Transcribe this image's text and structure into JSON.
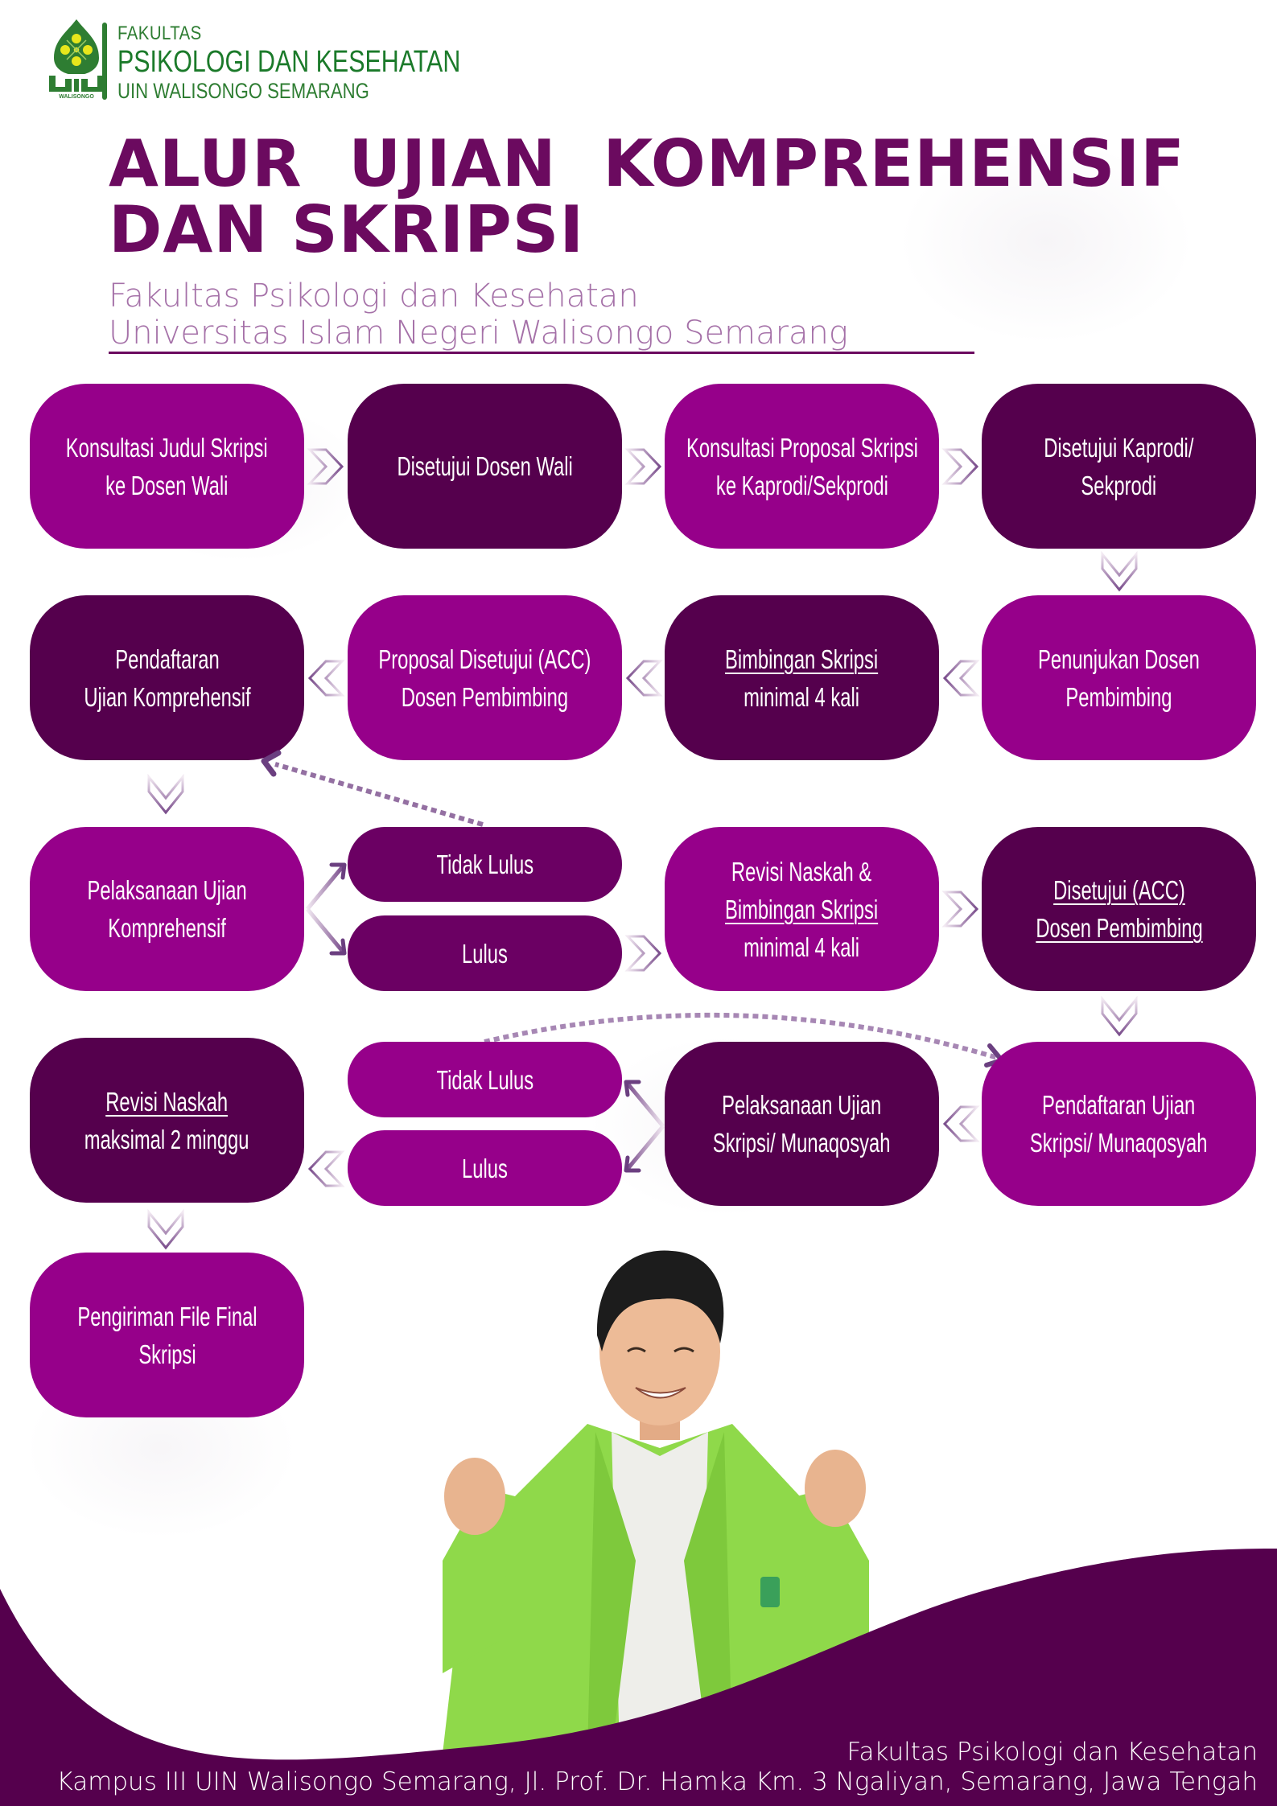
{
  "header": {
    "logo": {
      "icon": "uin-walisongo-logo-icon",
      "emblem_caption": "WALISONGO",
      "line1": "FAKULTAS",
      "line2": "PSIKOLOGI DAN KESEHATAN",
      "line3": "UIN WALISONGO SEMARANG",
      "color": "#2e7d32"
    },
    "title_line1": "ALUR  UJIAN  KOMPREHENSIF",
    "title_line2": "DAN SKRIPSI",
    "subtitle_line1": "Fakultas Psikologi dan Kesehatan",
    "subtitle_line2": "Universitas Islam Negeri Walisongo Semarang"
  },
  "colors": {
    "title": "#6b0a5f",
    "subtitle": "#a571a8",
    "box_bright": "#96008a",
    "box_dark": "#55004d",
    "box_mid": "#6b0063",
    "connector": "#7a4d8c",
    "footer_bg": "#55004d",
    "jacket_green": "#8fd94a"
  },
  "flow": {
    "row1": [
      {
        "line1": "Konsultasi Judul Skripsi",
        "line2": "ke Dosen Wali"
      },
      {
        "line1": "Disetujui Dosen Wali",
        "line2": ""
      },
      {
        "line1": "Konsultasi Proposal Skripsi",
        "line2": "ke Kaprodi/Sekprodi"
      },
      {
        "line1": "Disetujui Kaprodi/",
        "line2": "Sekprodi"
      }
    ],
    "row2": [
      {
        "line1": "Pendaftaran",
        "line2": "Ujian Komprehensif"
      },
      {
        "line1": "Proposal Disetujui (ACC)",
        "line2": "Dosen Pembimbing"
      },
      {
        "line1": "Bimbingan Skripsi",
        "line2": "minimal 4 kali"
      },
      {
        "line1": "Penunjukan Dosen",
        "line2": "Pembimbing"
      }
    ],
    "row3": {
      "exam": {
        "line1": "Pelaksanaan Ujian",
        "line2": "Komprehensif"
      },
      "fail": "Tidak Lulus",
      "pass": "Lulus",
      "revision": {
        "line1": "Revisi Naskah &",
        "line2": "Bimbingan Skripsi",
        "line3": "minimal 4 kali"
      },
      "approved": {
        "line1": "Disetujui (ACC)",
        "line2": "Dosen Pembimbing"
      }
    },
    "row4": {
      "revision": {
        "line1": "Revisi Naskah",
        "line2": "maksimal 2 minggu"
      },
      "fail": "Tidak Lulus",
      "pass": "Lulus",
      "exam": {
        "line1": "Pelaksanaan Ujian",
        "line2": "Skripsi/ Munaqosyah"
      },
      "registration": {
        "line1": "Pendaftaran Ujian",
        "line2": "Skripsi/ Munaqosyah"
      }
    },
    "row5": [
      {
        "line1": "Pengiriman File Final",
        "line2": "Skripsi"
      }
    ]
  },
  "photo": {
    "subject": "student-in-green-jacket-photo"
  },
  "footer": {
    "line1": "Fakultas Psikologi dan Kesehatan",
    "line2": "Kampus III UIN Walisongo Semarang, Jl. Prof. Dr. Hamka Km. 3 Ngaliyan, Semarang, Jawa Tengah"
  }
}
